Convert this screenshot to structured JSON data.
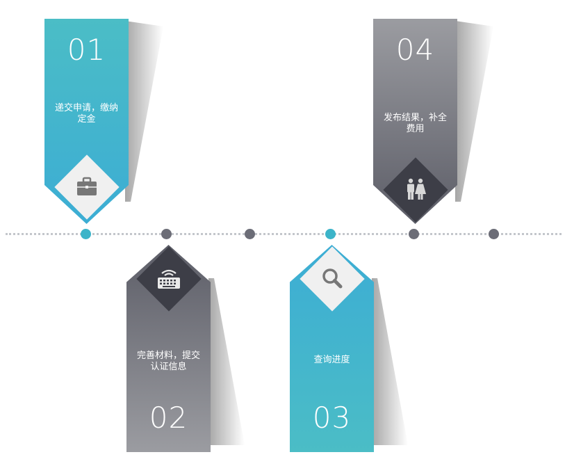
{
  "steps": [
    {
      "number": "01",
      "text_line1": "递交申请，缴纳",
      "text_line2": "定金",
      "icon": "briefcase-icon"
    },
    {
      "number": "02",
      "text_line1": "完善材料，提交",
      "text_line2": "认证信息",
      "icon": "keyboard-icon"
    },
    {
      "number": "03",
      "text_line1": "查询进度",
      "text_line2": "",
      "icon": "search-icon"
    },
    {
      "number": "04",
      "text_line1": "发布结果，补全",
      "text_line2": "费用",
      "icon": "people-icon"
    }
  ],
  "colors": {
    "teal": "#45b6cc",
    "grey_dark": "#5c5d67",
    "grey_light": "#9b9ca1",
    "diamond_light": "#f0f0f0",
    "diamond_dark": "#3d3e47",
    "timeline": "#c3c6cb"
  },
  "timeline_node_colors": [
    "#3cb4c9",
    "#6c6d77",
    "#6c6d77",
    "#3cb4c9",
    "#6c6d77",
    "#6c6d77"
  ]
}
